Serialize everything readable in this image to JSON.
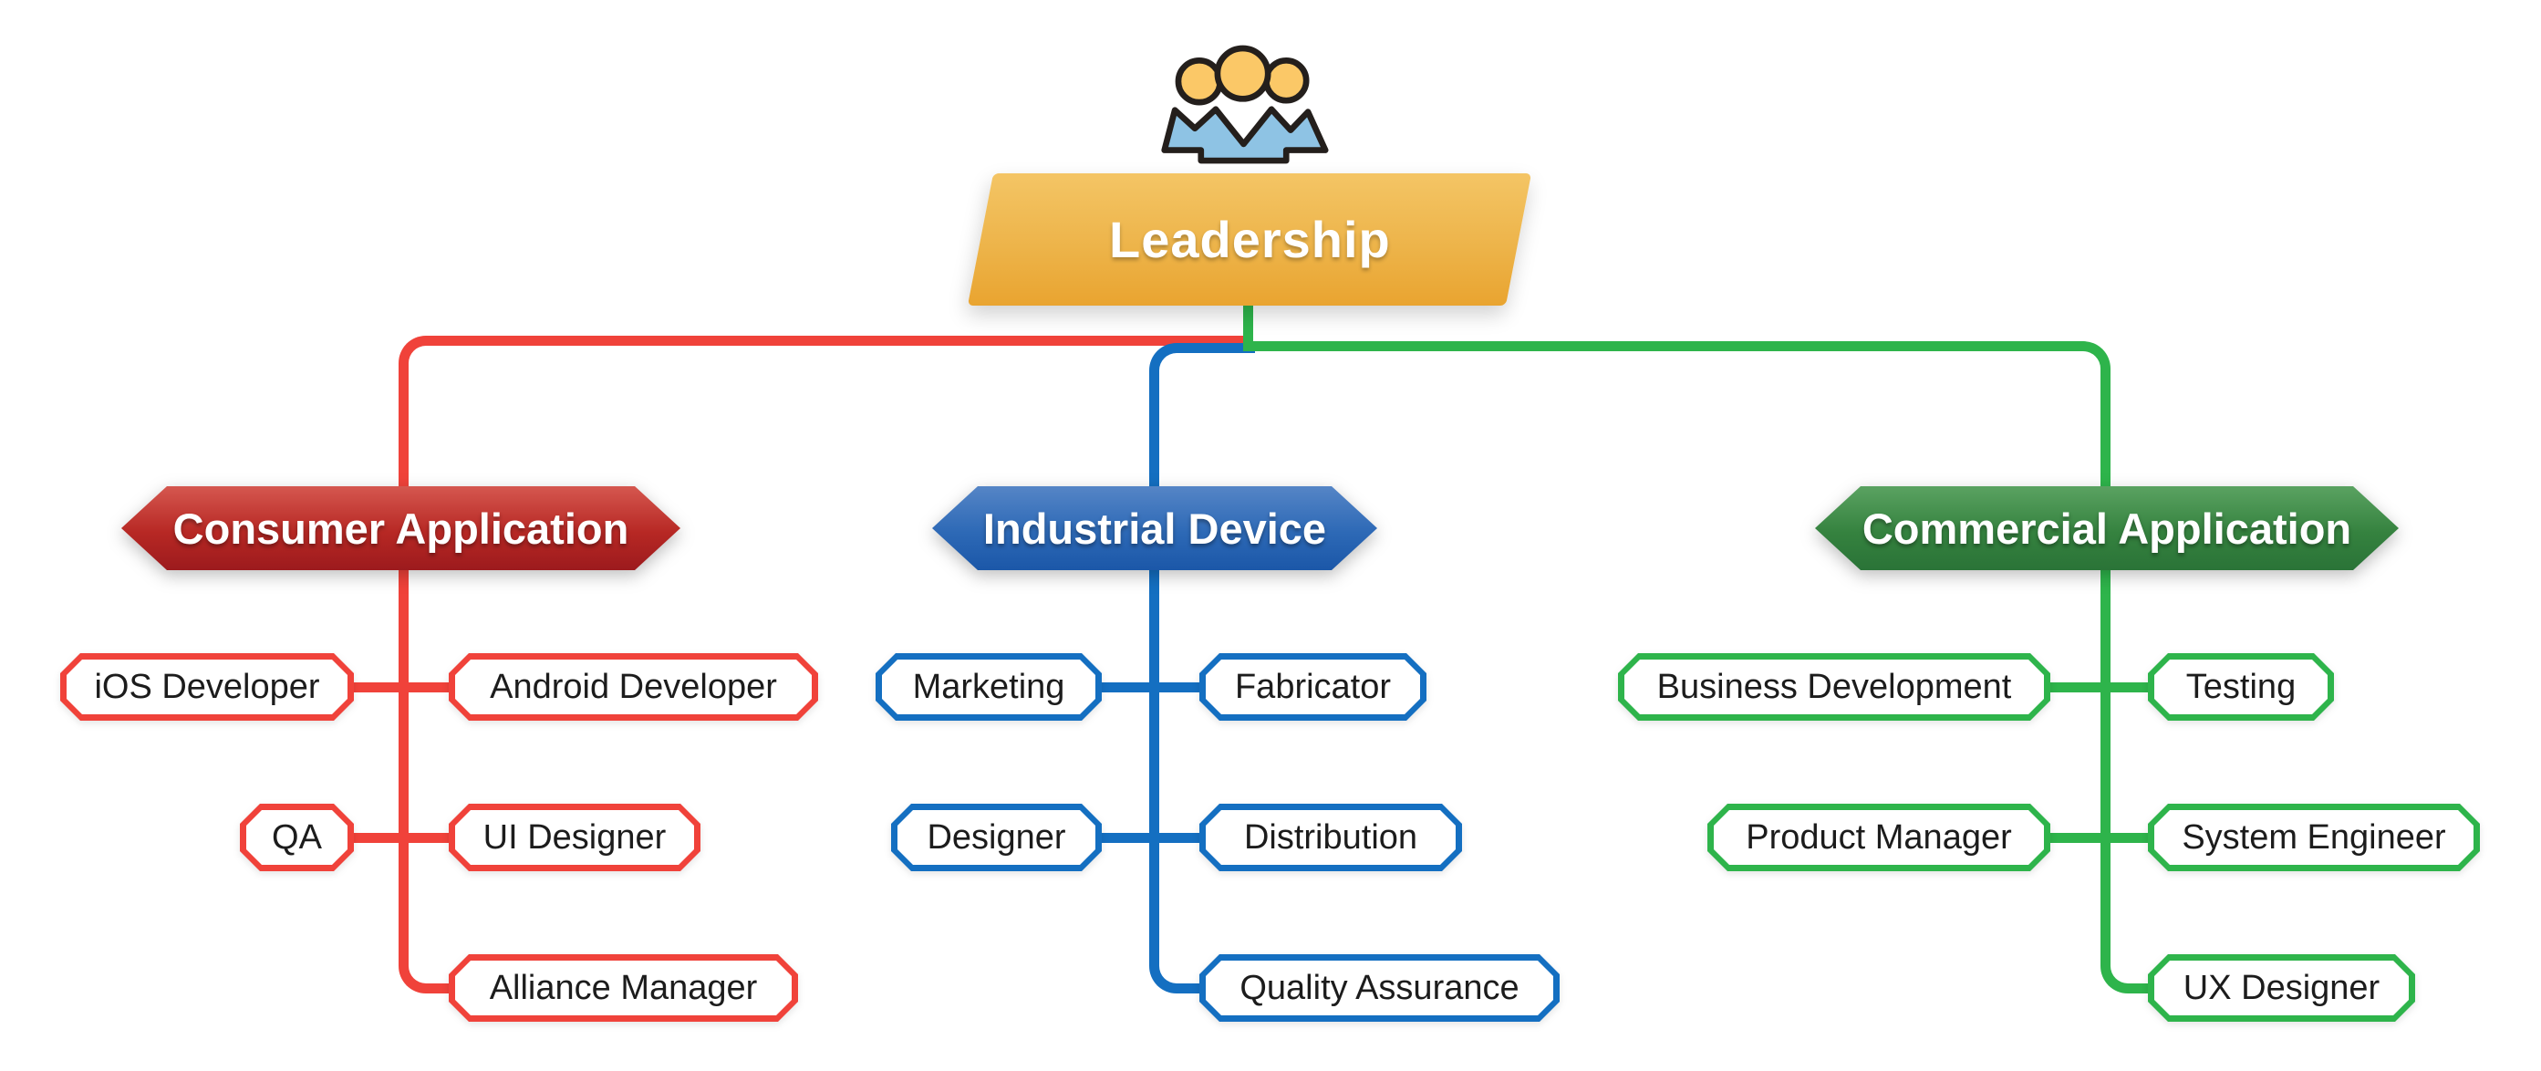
{
  "diagram": {
    "type": "org-chart",
    "background": "#ffffff"
  },
  "root": {
    "label": "Leadership",
    "icon": "team-people-icon",
    "banner_gradient": [
      "#f4c565",
      "#edb44a",
      "#e9a430"
    ],
    "text_color": "#ffffff"
  },
  "icon_colors": {
    "head": "#fbc867",
    "body": "#8ec3e4",
    "outline": "#241f1c"
  },
  "branches": [
    {
      "id": "consumer-application",
      "label": "Consumer Application",
      "line_color": "#f0423a",
      "banner_gradient": [
        "#d5574f",
        "#b72824",
        "#9c1a1d"
      ],
      "children": [
        "iOS Developer",
        "Android Developer",
        "QA",
        "UI Designer",
        "Alliance Manager"
      ]
    },
    {
      "id": "industrial-device",
      "label": "Industrial Device",
      "line_color": "#146fc1",
      "banner_gradient": [
        "#5585c6",
        "#2d69b6",
        "#1b57a8"
      ],
      "children": [
        "Marketing",
        "Fabricator",
        "Designer",
        "Distribution",
        "Quality Assurance"
      ]
    },
    {
      "id": "commercial-application",
      "label": "Commercial Application",
      "line_color": "#2eb44b",
      "banner_gradient": [
        "#5aa261",
        "#35823f",
        "#2a7337"
      ],
      "children": [
        "Business Development",
        "Testing",
        "Product Manager",
        "System Engineer",
        "UX Designer"
      ]
    }
  ]
}
